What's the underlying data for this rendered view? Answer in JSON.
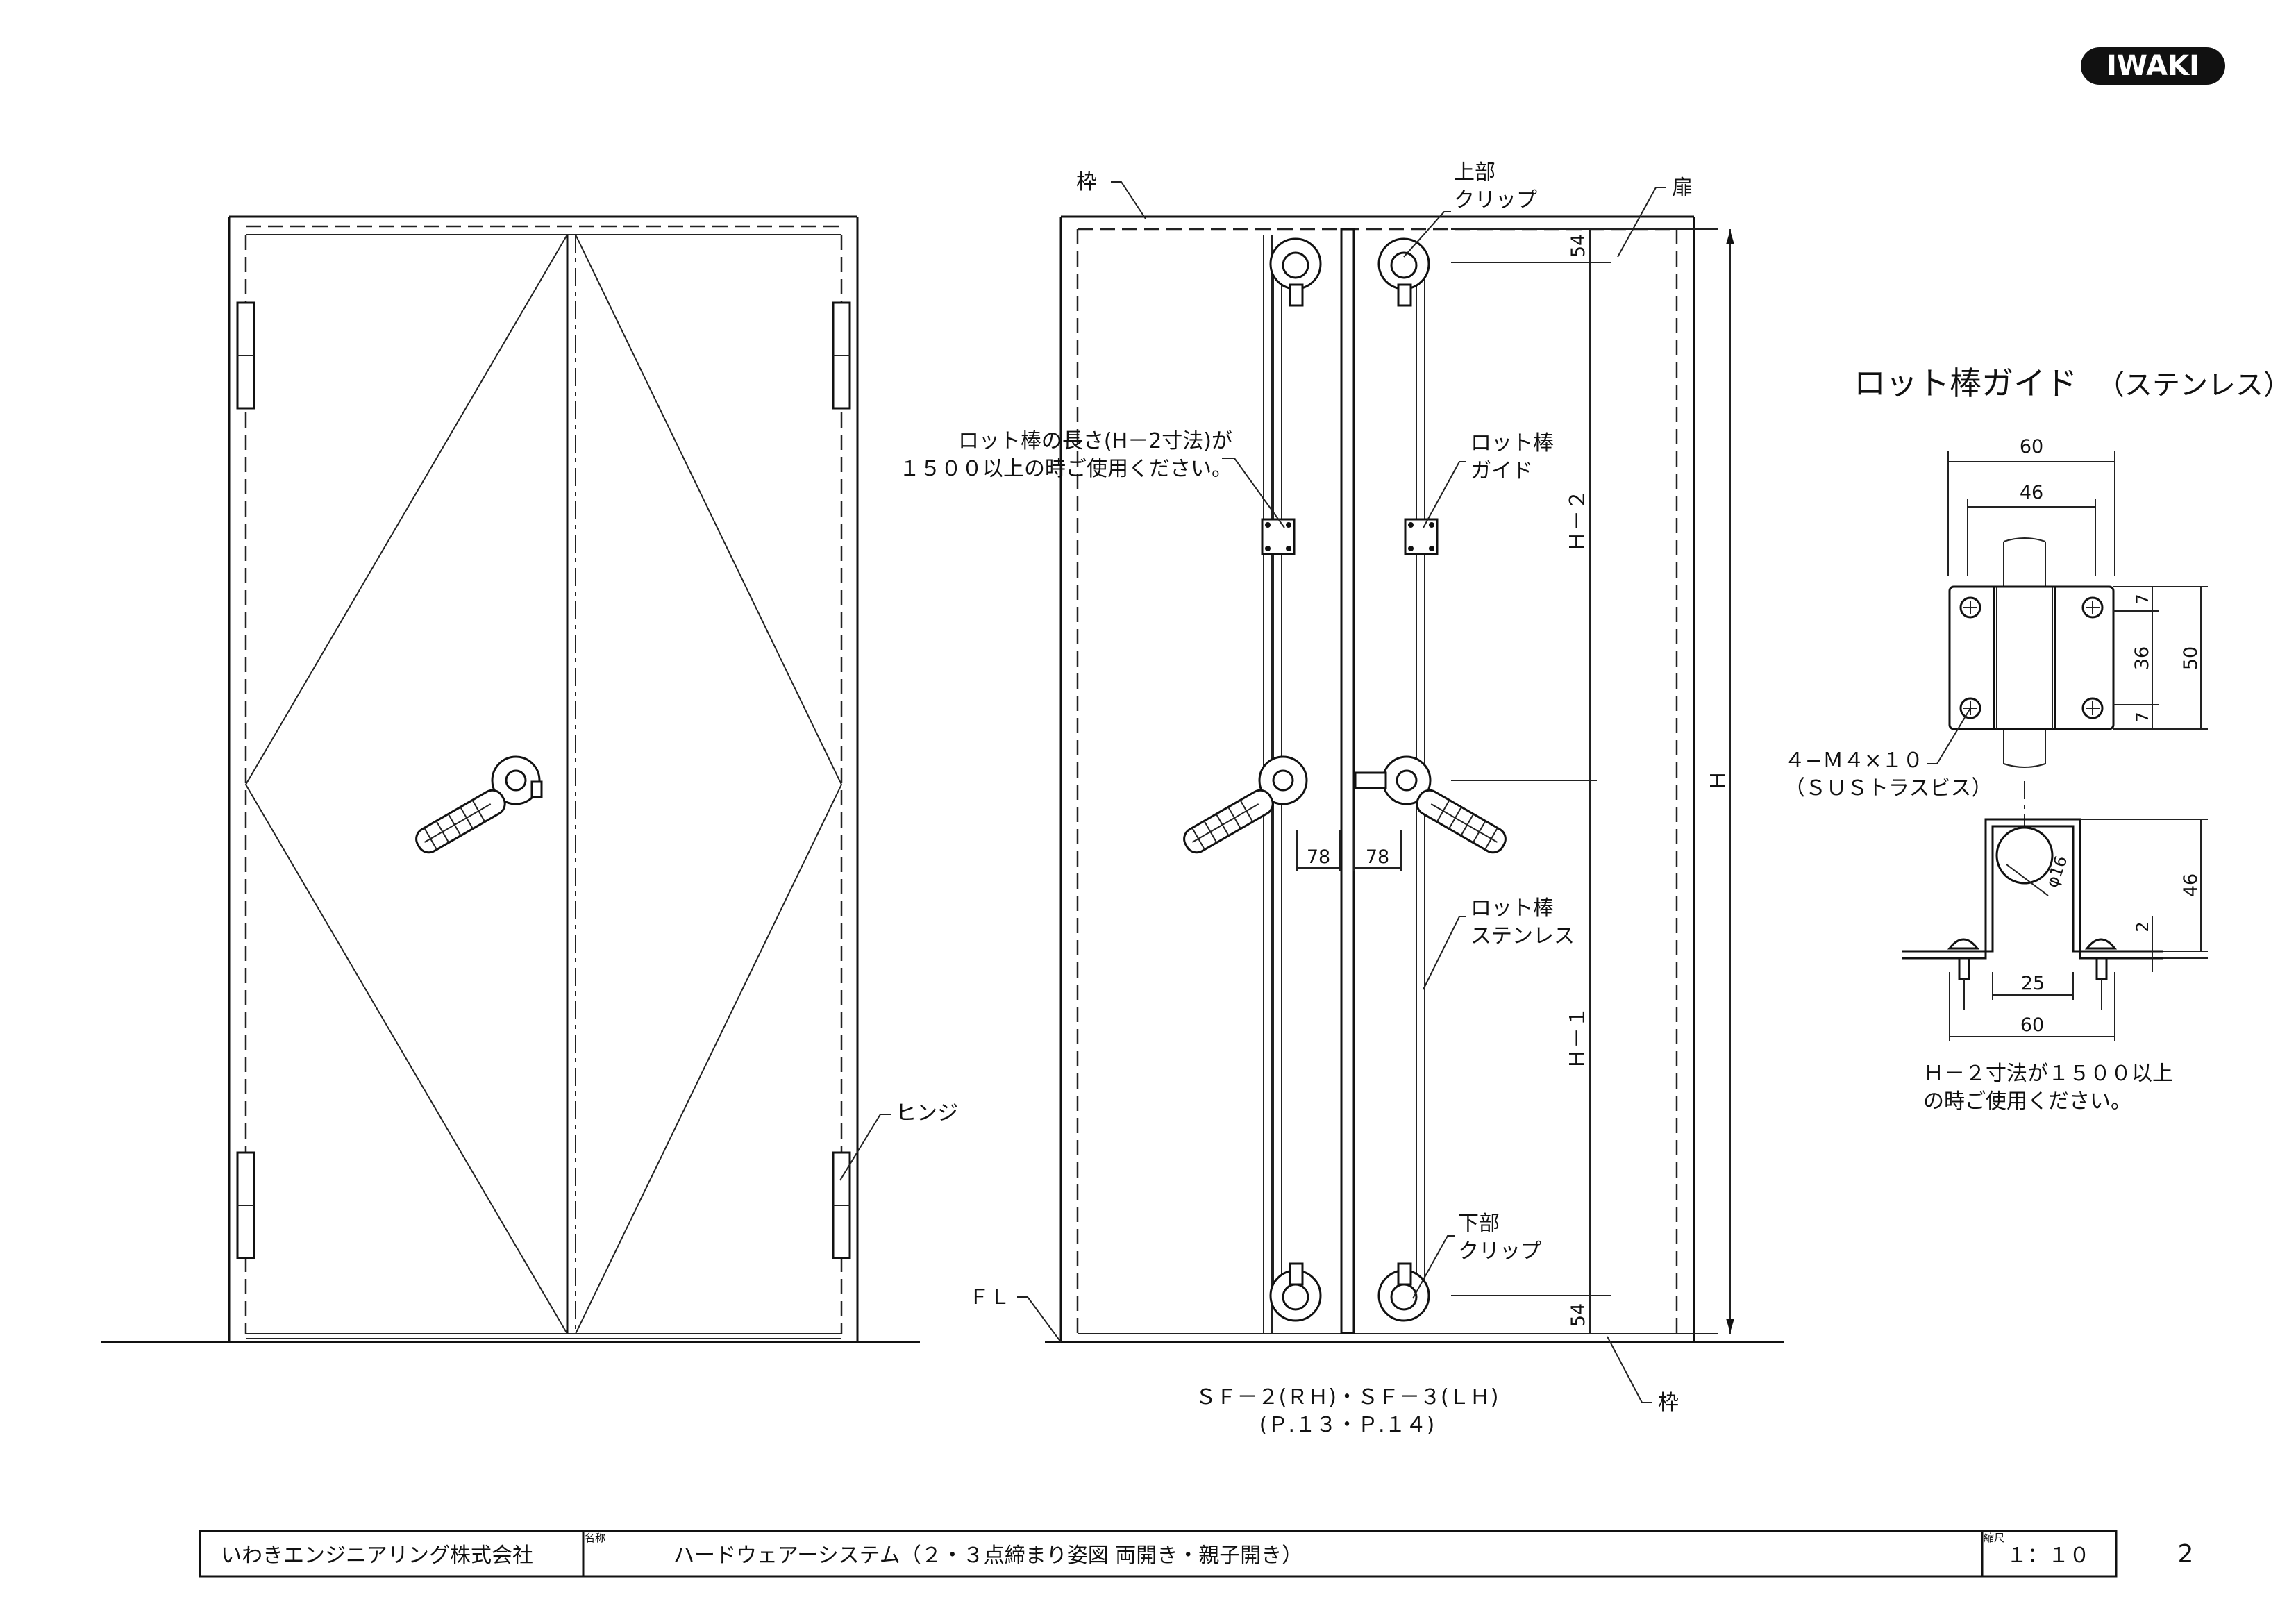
{
  "logo": {
    "text": "IWAKI"
  },
  "labels": {
    "hinge": "ヒンジ",
    "frame_top": "枠",
    "frame_bottom": "枠",
    "door_leaf": "扉",
    "top_clip_1": "上部",
    "top_clip_2": "クリップ",
    "bottom_clip_1": "下部",
    "bottom_clip_2": "クリップ",
    "rod_length_1": "ロット棒の長さ(H－2寸法)が",
    "rod_length_2": "１５００以上の時ご使用ください。",
    "rod_guide_1": "ロット棒",
    "rod_guide_2": "ガイド",
    "rod_stainless_1": "ロット棒",
    "rod_stainless_2": "ステンレス",
    "floor_level": "ＦＬ",
    "model_line_1": "ＳＦ－２(ＲＨ)・ＳＦ－３(ＬＨ)",
    "model_line_2": "(Ｐ.１３・Ｐ.１４)"
  },
  "dimensions": {
    "top_offset": "54",
    "bottom_offset": "54",
    "h2": "Ｈ－２",
    "h1": "Ｈ－１",
    "h": "Ｈ",
    "handle_offset_left": "78",
    "handle_offset_right": "78"
  },
  "guide_detail": {
    "title": "ロット棒ガイド",
    "title_suffix": "（ステンレス）",
    "dim_width_outer": "60",
    "dim_width_inner": "46",
    "dim_top": "7",
    "dim_mid": "36",
    "dim_bottom": "7",
    "dim_height": "50",
    "screw_1": "４−Ｍ４×１０",
    "screw_2": "（ＳＵＳトラスビス）",
    "dim_rod_dia": "φ16",
    "dim_bracket_height": "46",
    "dim_base_thickness": "2",
    "dim_hole_pitch": "25",
    "dim_base_width": "60",
    "note_1": "Ｈ－２寸法が１５００以上",
    "note_2": "の時ご使用ください。"
  },
  "title_block": {
    "company": "いわきエンジニアリング株式会社",
    "name_label": "名称",
    "drawing_name": "ハードウェアーシステム（２・３点締まり姿図  両開き・親子開き）",
    "scale_label": "縮尺",
    "scale": "１：１０",
    "page_number": "2"
  }
}
